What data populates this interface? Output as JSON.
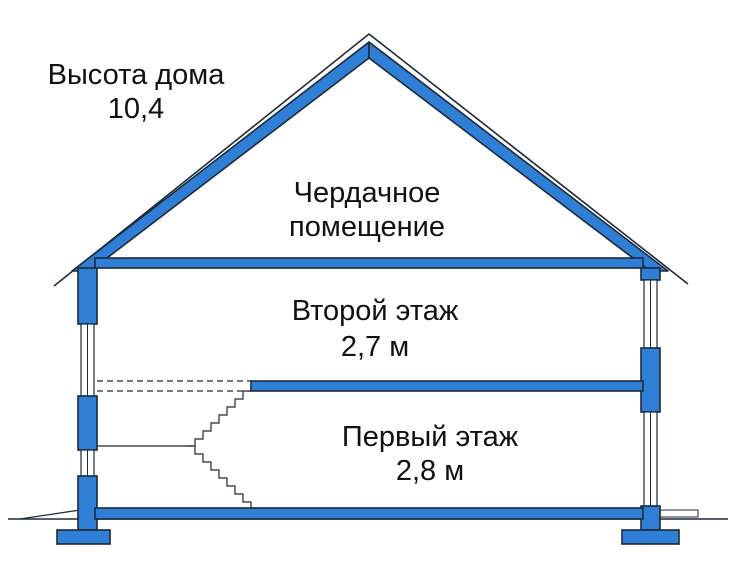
{
  "house_height": {
    "label": "Высота дома",
    "value": "10,4"
  },
  "attic": {
    "line1": "Чердачное",
    "line2": "помещение"
  },
  "second_floor": {
    "name": "Второй этаж",
    "height": "2,7 м"
  },
  "first_floor": {
    "name": "Первый этаж",
    "height": "2,8 м"
  },
  "colors": {
    "structure": "#2f7fd6",
    "outline": "#1c2a3a"
  }
}
